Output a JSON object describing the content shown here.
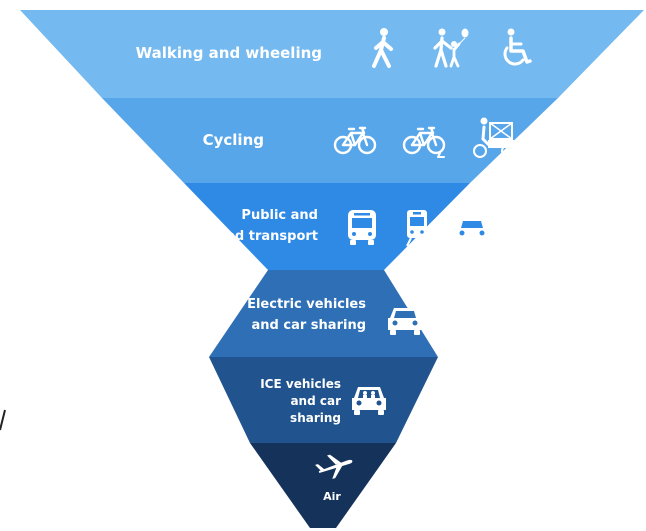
{
  "tiers": [
    {
      "id": "walking",
      "lines": [
        "Walking and wheeling"
      ],
      "color": "#74b9ef",
      "icons": [
        "person-walking-icon",
        "adult-child-balloon-icon",
        "wheelchair-icon"
      ]
    },
    {
      "id": "cycling",
      "lines": [
        "Cycling"
      ],
      "color": "#58a6ea",
      "icons": [
        "bicycle-icon",
        "electric-bicycle-icon",
        "cargo-bike-icon"
      ]
    },
    {
      "id": "public",
      "lines": [
        "Public and",
        "shared transport"
      ],
      "color": "#2f8ae6",
      "icons": [
        "bus-icon",
        "tram-icon",
        "taxi-icon"
      ]
    },
    {
      "id": "electric",
      "lines": [
        "Electric vehicles",
        "and car sharing"
      ],
      "color": "#2e6fb6",
      "icons": [
        "electric-car-icon"
      ]
    },
    {
      "id": "ice",
      "lines": [
        "ICE vehicles",
        "and car",
        "sharing"
      ],
      "color": "#21548e",
      "icons": [
        "car-with-passengers-icon"
      ]
    },
    {
      "id": "air",
      "lines": [
        "Air"
      ],
      "color": "#15335a",
      "icons": [
        "airplane-icon"
      ]
    }
  ]
}
